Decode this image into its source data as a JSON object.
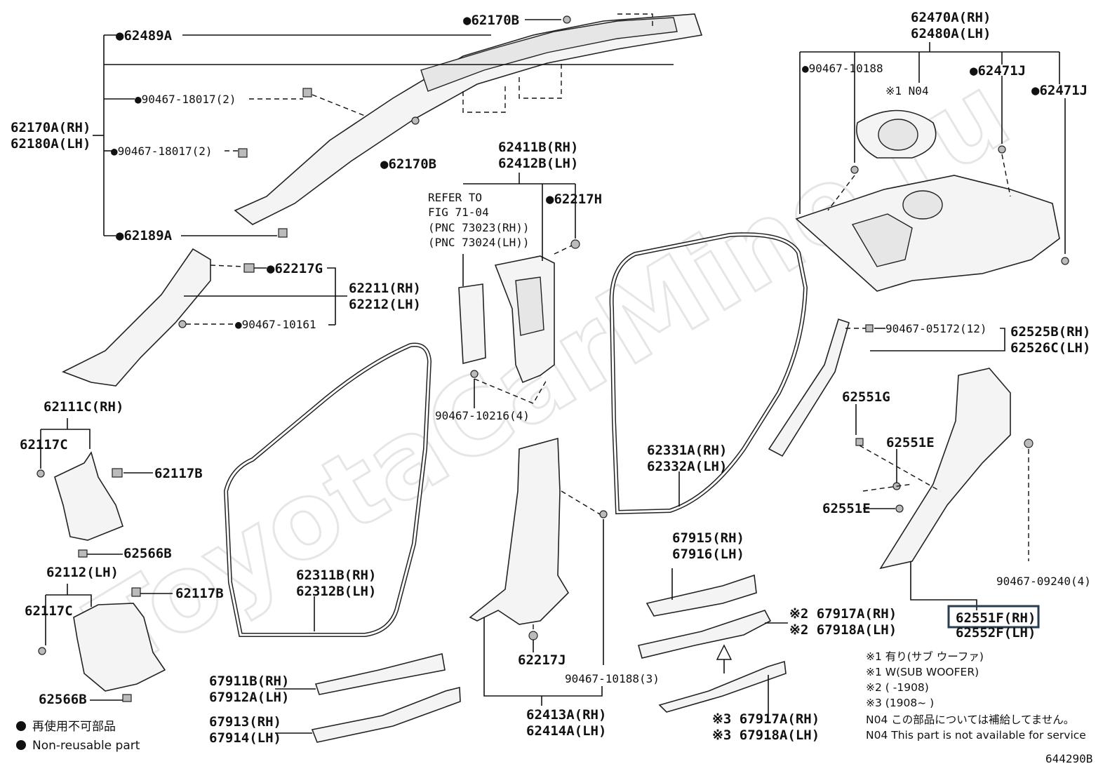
{
  "watermark": "ToyotaCarMine.ru",
  "diagram_id": "644290B",
  "labels": {
    "p62170B_top": "●62170B",
    "p62489A": "●62489A",
    "p62170A": "62170A(RH)",
    "p62180A": "62180A(LH)",
    "p90467_18017a": "●90467-18017(2)",
    "p90467_18017b": "●90467-18017(2)",
    "p62170B_mid": "●62170B",
    "p62189A": "●62189A",
    "p62217G": "●62217G",
    "p62211": "62211(RH)",
    "p62212": "62212(LH)",
    "p90467_10161": "●90467-10161",
    "p62411B": "62411B(RH)",
    "p62412B": "62412B(LH)",
    "refer1": "REFER TO",
    "refer2": "FIG 71-04",
    "refer3": "(PNC 73023(RH))",
    "refer4": "(PNC 73024(LH))",
    "p62217H": "●62217H",
    "p90467_10216": "90467-10216(4)",
    "p62470A": "62470A(RH)",
    "p62480A": "62480A(LH)",
    "p90467_10188a": "●90467-10188",
    "p62471J_a": "●62471J",
    "p62471J_b": "●62471J",
    "n04": "※1 N04",
    "p90467_05172": "90467-05172(12)",
    "p62525B": "62525B(RH)",
    "p62526C": "62526C(LH)",
    "p62551G": "62551G",
    "p62551E_a": "62551E",
    "p62551E_b": "62551E",
    "p90467_09240": "90467-09240(4)",
    "p62551F": "62551F(RH)",
    "p62552F": "62552F(LH)",
    "p62111C": "62111C(RH)",
    "p62117C_a": "62117C",
    "p62117B_a": "62117B",
    "p62566B_a": "62566B",
    "p62112": "62112(LH)",
    "p62117C_b": "62117C",
    "p62117B_b": "62117B",
    "p62566B_b": "62566B",
    "p62311B": "62311B(RH)",
    "p62312B": "62312B(LH)",
    "p62331A": "62331A(RH)",
    "p62332A": "62332A(LH)",
    "p67915": "67915(RH)",
    "p67916": "67916(LH)",
    "p67917A_a": "※2 67917A(RH)",
    "p67918A_a": "※2 67918A(LH)",
    "p62217J": "62217J",
    "p90467_10188b": "90467-10188(3)",
    "p67911B": "67911B(RH)",
    "p67912A": "67912A(LH)",
    "p67913": "67913(RH)",
    "p67914": "67914(LH)",
    "p62413A": "62413A(RH)",
    "p62414A": "62414A(LH)",
    "p67917A_b": "※3 67917A(RH)",
    "p67918A_b": "※3 67918A(LH)"
  },
  "notes": [
    "※1 有り(サブ ウーファ)",
    "※1 W(SUB WOOFER)",
    "※2 (     -1908)",
    "※3 (1908~    )",
    "N04 この部品については補給してません。",
    "N04 This part is not available for service"
  ],
  "legend": {
    "jp": "再使用不可部品",
    "en": "Non-reusable part"
  },
  "colors": {
    "ink": "#111111",
    "highlight_box": "#2a3d4f"
  }
}
